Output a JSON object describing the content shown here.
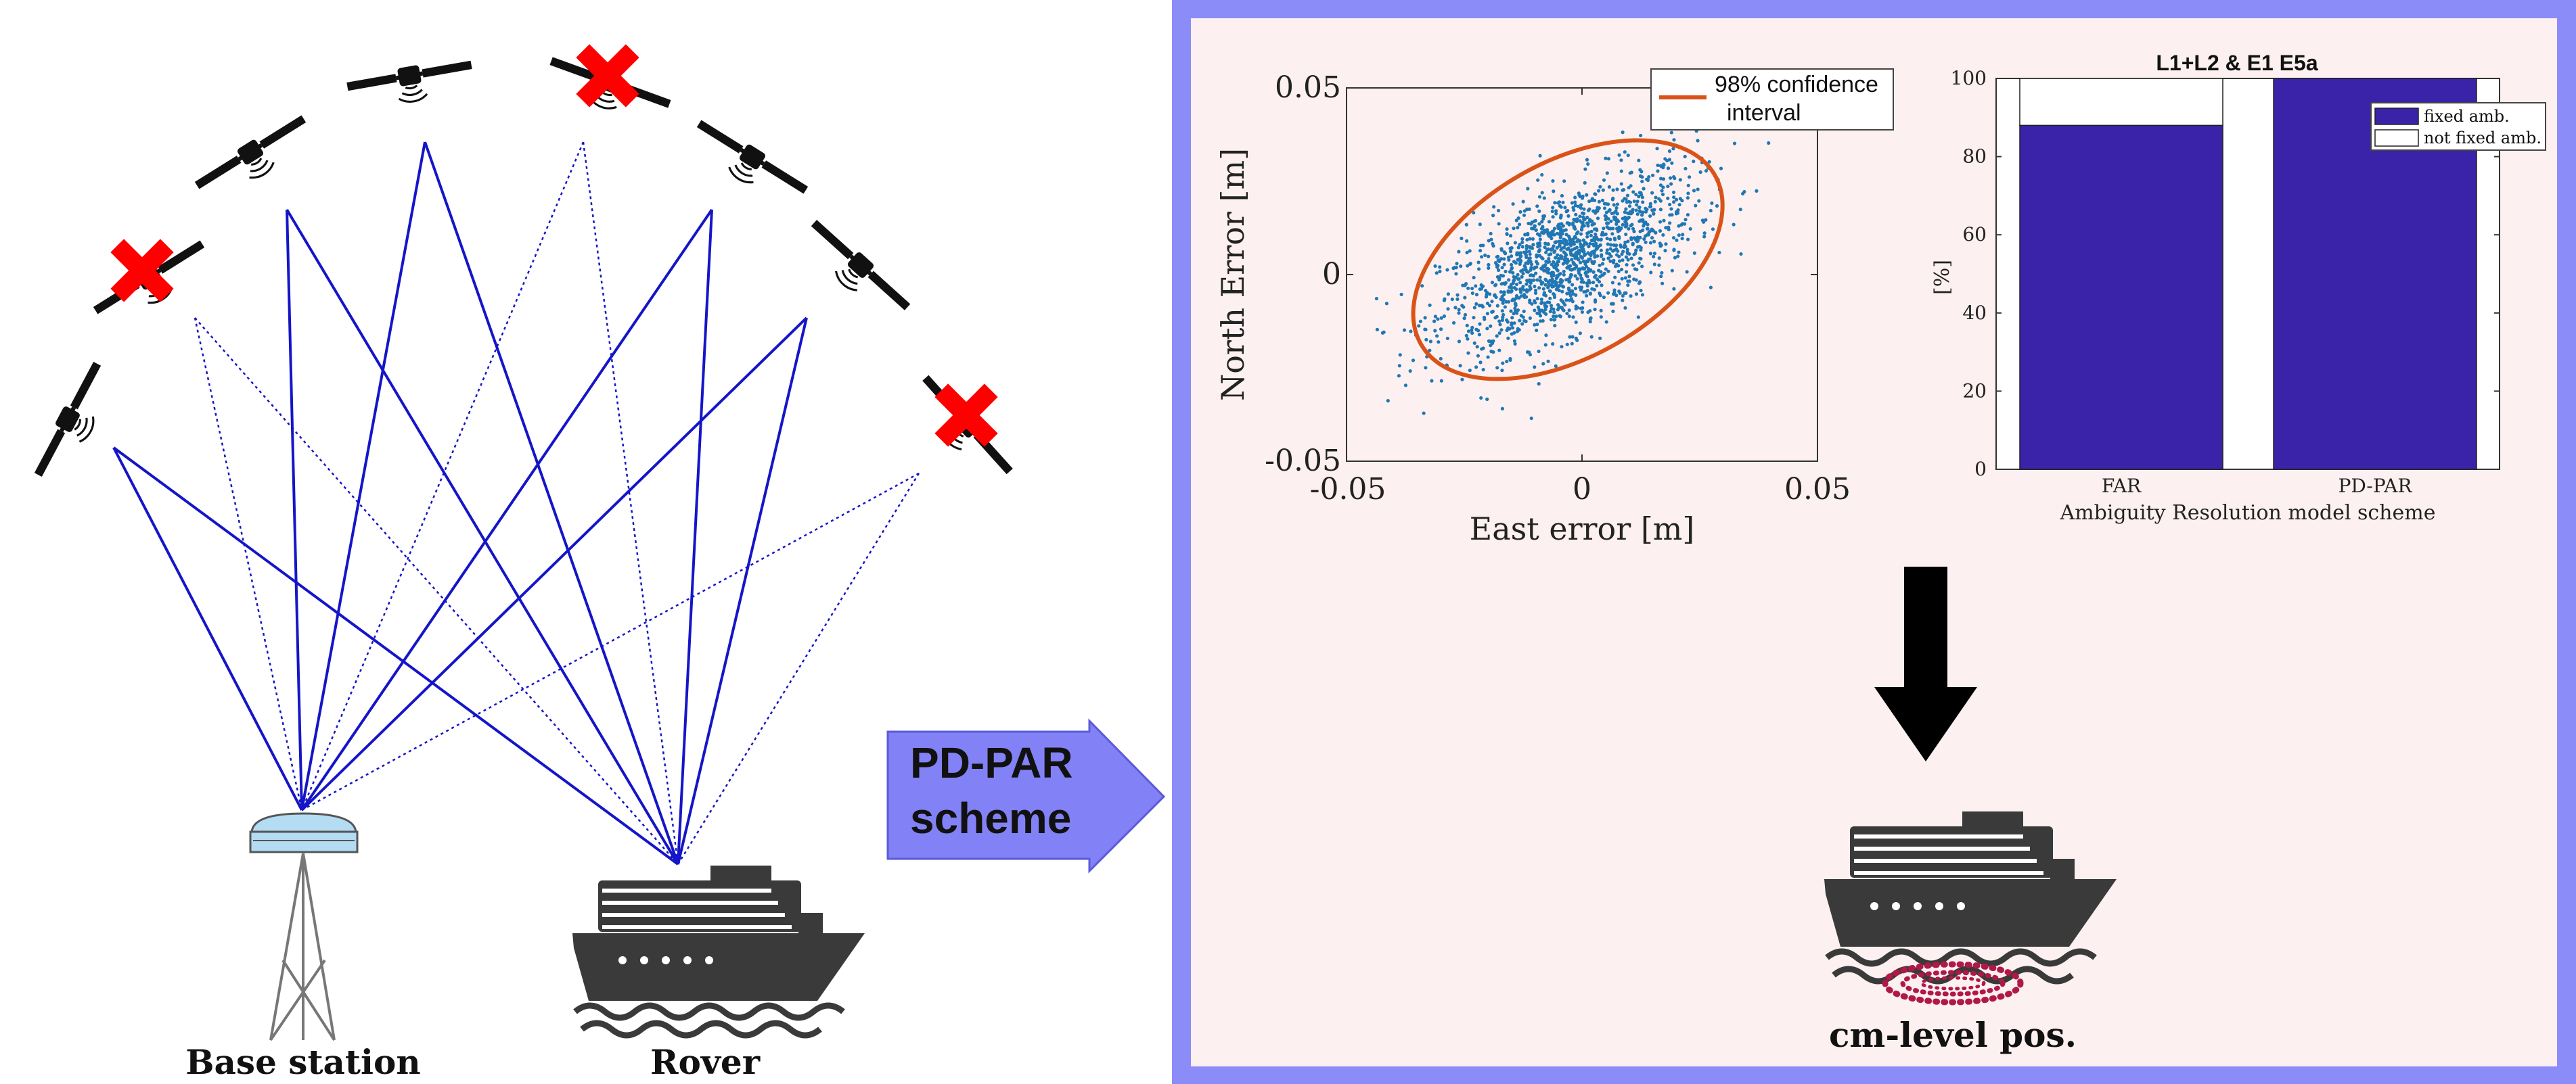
{
  "labels": {
    "base_station": "Base station",
    "rover": "Rover",
    "scheme_line1": "PD-PAR",
    "scheme_line2": "scheme",
    "result": "cm-level pos."
  },
  "icons": {
    "satellite": "satellite-icon",
    "excluded": "red-x-icon",
    "antenna": "gnss-antenna-icon",
    "ship": "ship-icon",
    "arrow": "down-arrow-icon",
    "error_ellipse": "dotted-ellipse-icon"
  },
  "colors": {
    "link": "#1515c8",
    "excluded": "#ff0000",
    "panel_border": "#8c8cf8",
    "panel_fill": "#fcf0f0",
    "scatter": "#1f77b4",
    "ellipse": "#d95319",
    "fixed": "#3a23a8",
    "ship": "#3a3a3a",
    "pos_ellipse": "#b0184a"
  },
  "chart_data": [
    {
      "type": "scatter",
      "xlabel": "East error [m]",
      "ylabel": "North Error [m]",
      "xlim": [
        -0.05,
        0.05
      ],
      "ylim": [
        -0.05,
        0.05
      ],
      "xticks": [
        "-0.05",
        "0",
        "0.05"
      ],
      "yticks": [
        "0.05",
        "0",
        "-0.05"
      ],
      "legend": "98% confidence interval",
      "legend_placement": "top-right",
      "ellipse": {
        "center": [
          -0.003,
          0.004
        ],
        "semi_major": 0.036,
        "semi_minor": 0.026,
        "tilt_deg": 30
      },
      "points_description": "about 1500 error samples spread around the origin"
    },
    {
      "type": "bar",
      "title": "L1+L2 & E1 E5a",
      "categories": [
        "FAR",
        "PD-PAR"
      ],
      "xlabel": "Ambiguity Resolution model scheme",
      "ylabel": "[%]",
      "ylim": [
        0,
        100
      ],
      "yticks": [
        "100",
        "80",
        "60",
        "40",
        "20",
        "0"
      ],
      "series": [
        {
          "name": "fixed amb.",
          "values": [
            88,
            100
          ]
        },
        {
          "name": "not fixed amb.",
          "values": [
            12,
            0
          ]
        }
      ],
      "legend_placement": "top-right"
    }
  ]
}
